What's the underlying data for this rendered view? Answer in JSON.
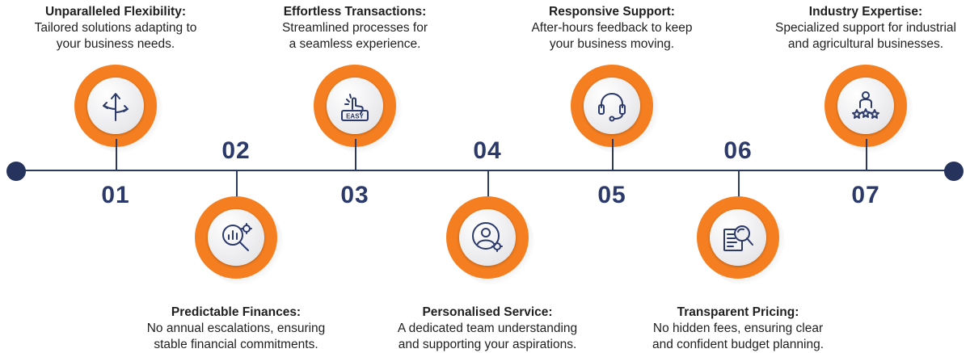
{
  "accent_color": "#f47e20",
  "line_color": "#2d3a5f",
  "number_color": "#2b3a6b",
  "milestones": [
    {
      "number": "01",
      "title": "Unparalleled Flexibility:",
      "line1": "Tailored solutions adapting to",
      "line2": "your business needs.",
      "icon": "diverging-arrows-icon"
    },
    {
      "number": "02",
      "title": "Predictable Finances:",
      "line1": "No annual escalations, ensuring",
      "line2": "stable financial commitments.",
      "icon": "analytics-magnifier-icon"
    },
    {
      "number": "03",
      "title": "Effortless Transactions:",
      "line1": "Streamlined processes for",
      "line2": "a seamless experience.",
      "icon": "easy-click-icon",
      "icon_text": "EASY"
    },
    {
      "number": "04",
      "title": "Personalised Service:",
      "line1": "A dedicated team understanding",
      "line2": "and supporting your aspirations.",
      "icon": "user-gear-icon"
    },
    {
      "number": "05",
      "title": "Responsive Support:",
      "line1": "After-hours feedback to keep",
      "line2": "your business moving.",
      "icon": "headset-icon"
    },
    {
      "number": "06",
      "title": "Transparent Pricing:",
      "line1": "No hidden fees, ensuring clear",
      "line2": "and confident budget planning.",
      "icon": "document-search-icon"
    },
    {
      "number": "07",
      "title": "Industry Expertise:",
      "line1": "Specialized support for industrial",
      "line2": "and agricultural businesses.",
      "icon": "person-stars-icon"
    }
  ]
}
